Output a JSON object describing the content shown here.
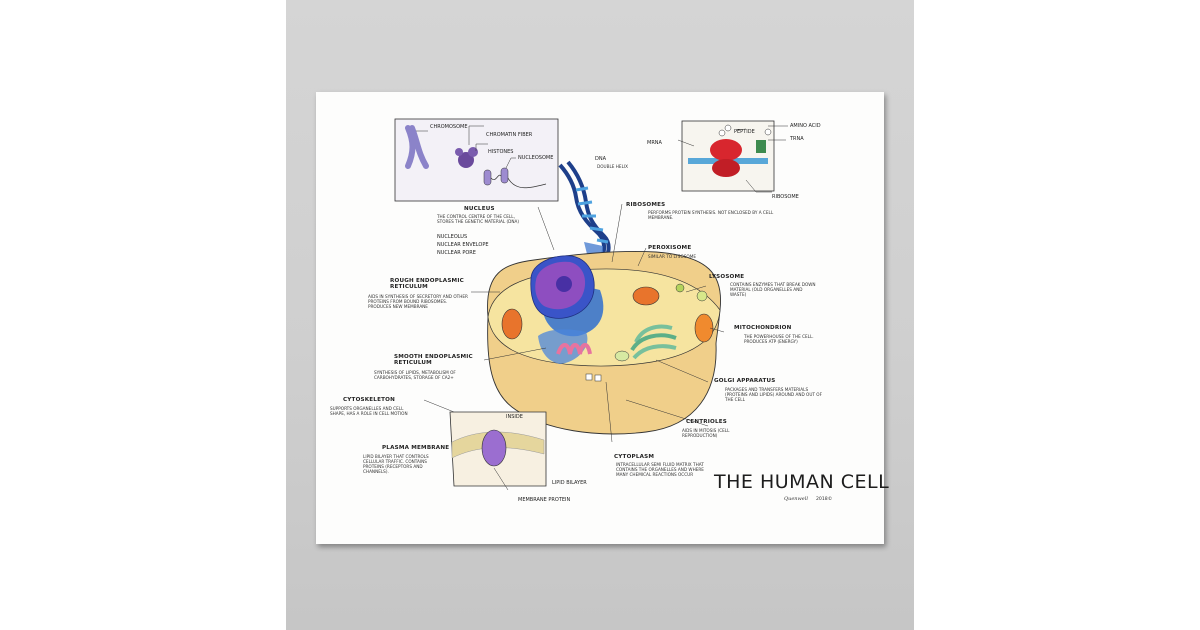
{
  "poster": {
    "title": "THE HUMAN CELL",
    "signature": "Quenwell",
    "year": "2018©",
    "colors": {
      "wall": "#d0d0d0",
      "paper": "#fdfdfc",
      "cytoplasm": "#f4dc8c",
      "nucleus": "#3a54c8",
      "nucleolus": "#8e4ec0",
      "er": "#2f6ecf",
      "golgi": "#7fc3a6",
      "mitochondrion": "#f08a2e",
      "ribosome_complex": "#d8262e"
    }
  },
  "labels": {
    "chromosome": "CHROMOSOME",
    "chromatin": "CHROMATIN FIBER",
    "histones": "HISTONES",
    "nucleosome": "NUCLEOSOME",
    "dna_title": "DNA",
    "dna_desc": "DOUBLE HELIX",
    "mrna": "mRNA",
    "peptide": "PEPTIDE",
    "amino_acid": "AMINO ACID",
    "trna": "tRNA",
    "ribosome_inset": "RIBOSOME",
    "nucleus_title": "NUCLEUS",
    "nucleus_desc": "THE CONTROL CENTRE OF THE CELL, STORES THE GENETIC MATERIAL (DNA)",
    "nucleolus": "NUCLEOLUS",
    "nuclear_envelope": "NUCLEAR ENVELOPE",
    "nuclear_pore": "NUCLEAR PORE",
    "ribosomes_title": "RIBOSOMES",
    "ribosomes_desc": "PERFORMS PROTEIN SYNTHESIS. NOT ENCLOSED BY A CELL MEMBRANE.",
    "peroxisome_title": "PEROXISOME",
    "peroxisome_desc": "SIMILAR TO LYSOSOME",
    "rough_er_title": "ROUGH ENDOPLASMIC RETICULUM",
    "rough_er_desc": "AIDS IN SYNTHESIS OF SECRETORY AND OTHER PROTEINS FROM BOUND RIBOSOMES. PRODUCES NEW MEMBRANE",
    "lysosome_title": "LYSOSOME",
    "lysosome_desc": "CONTAINS ENZYMES THAT BREAK DOWN MATERIAL (OLD ORGANELLES AND WASTE)",
    "mitochondrion_title": "MITOCHONDRION",
    "mitochondrion_desc": "THE POWERHOUSE OF THE CELL. PRODUCES ATP (ENERGY)",
    "smooth_er_title": "SMOOTH ENDOPLASMIC RETICULUM",
    "smooth_er_desc": "SYNTHESIS OF LIPIDS, METABOLISM OF CARBOHYDRATES, STORAGE OF Ca2+",
    "golgi_title": "GOLGI APPARATUS",
    "golgi_desc": "PACKAGES AND TRANSFERS MATERIALS (PROTEINS AND LIPIDS) AROUND AND OUT OF THE CELL",
    "cytoskeleton_title": "CYTOSKELETON",
    "cytoskeleton_desc": "SUPPORTS ORGANELLES AND CELL SHAPE, HAS A ROLE IN CELL MOTION",
    "inside": "INSIDE",
    "centrioles_title": "CENTRIOLES",
    "centrioles_desc": "AIDS IN MITOSIS (CELL REPRODUCTION)",
    "plasma_title": "PLASMA MEMBRANE",
    "plasma_desc": "LIPID BILAYER THAT CONTROLS CELLULAR TRAFFIC. CONTAINS PROTEINS (RECEPTORS AND CHANNELS).",
    "lipid_bilayer": "LIPID BILAYER",
    "cytoplasm_title": "CYTOPLASM",
    "cytoplasm_desc": "INTRACELLULAR SEMI FLUID MATRIX THAT CONTAINS THE ORGANELLES AND WHERE MANY CHEMICAL REACTIONS OCCUR",
    "membrane_protein": "MEMBRANE PROTEIN"
  }
}
